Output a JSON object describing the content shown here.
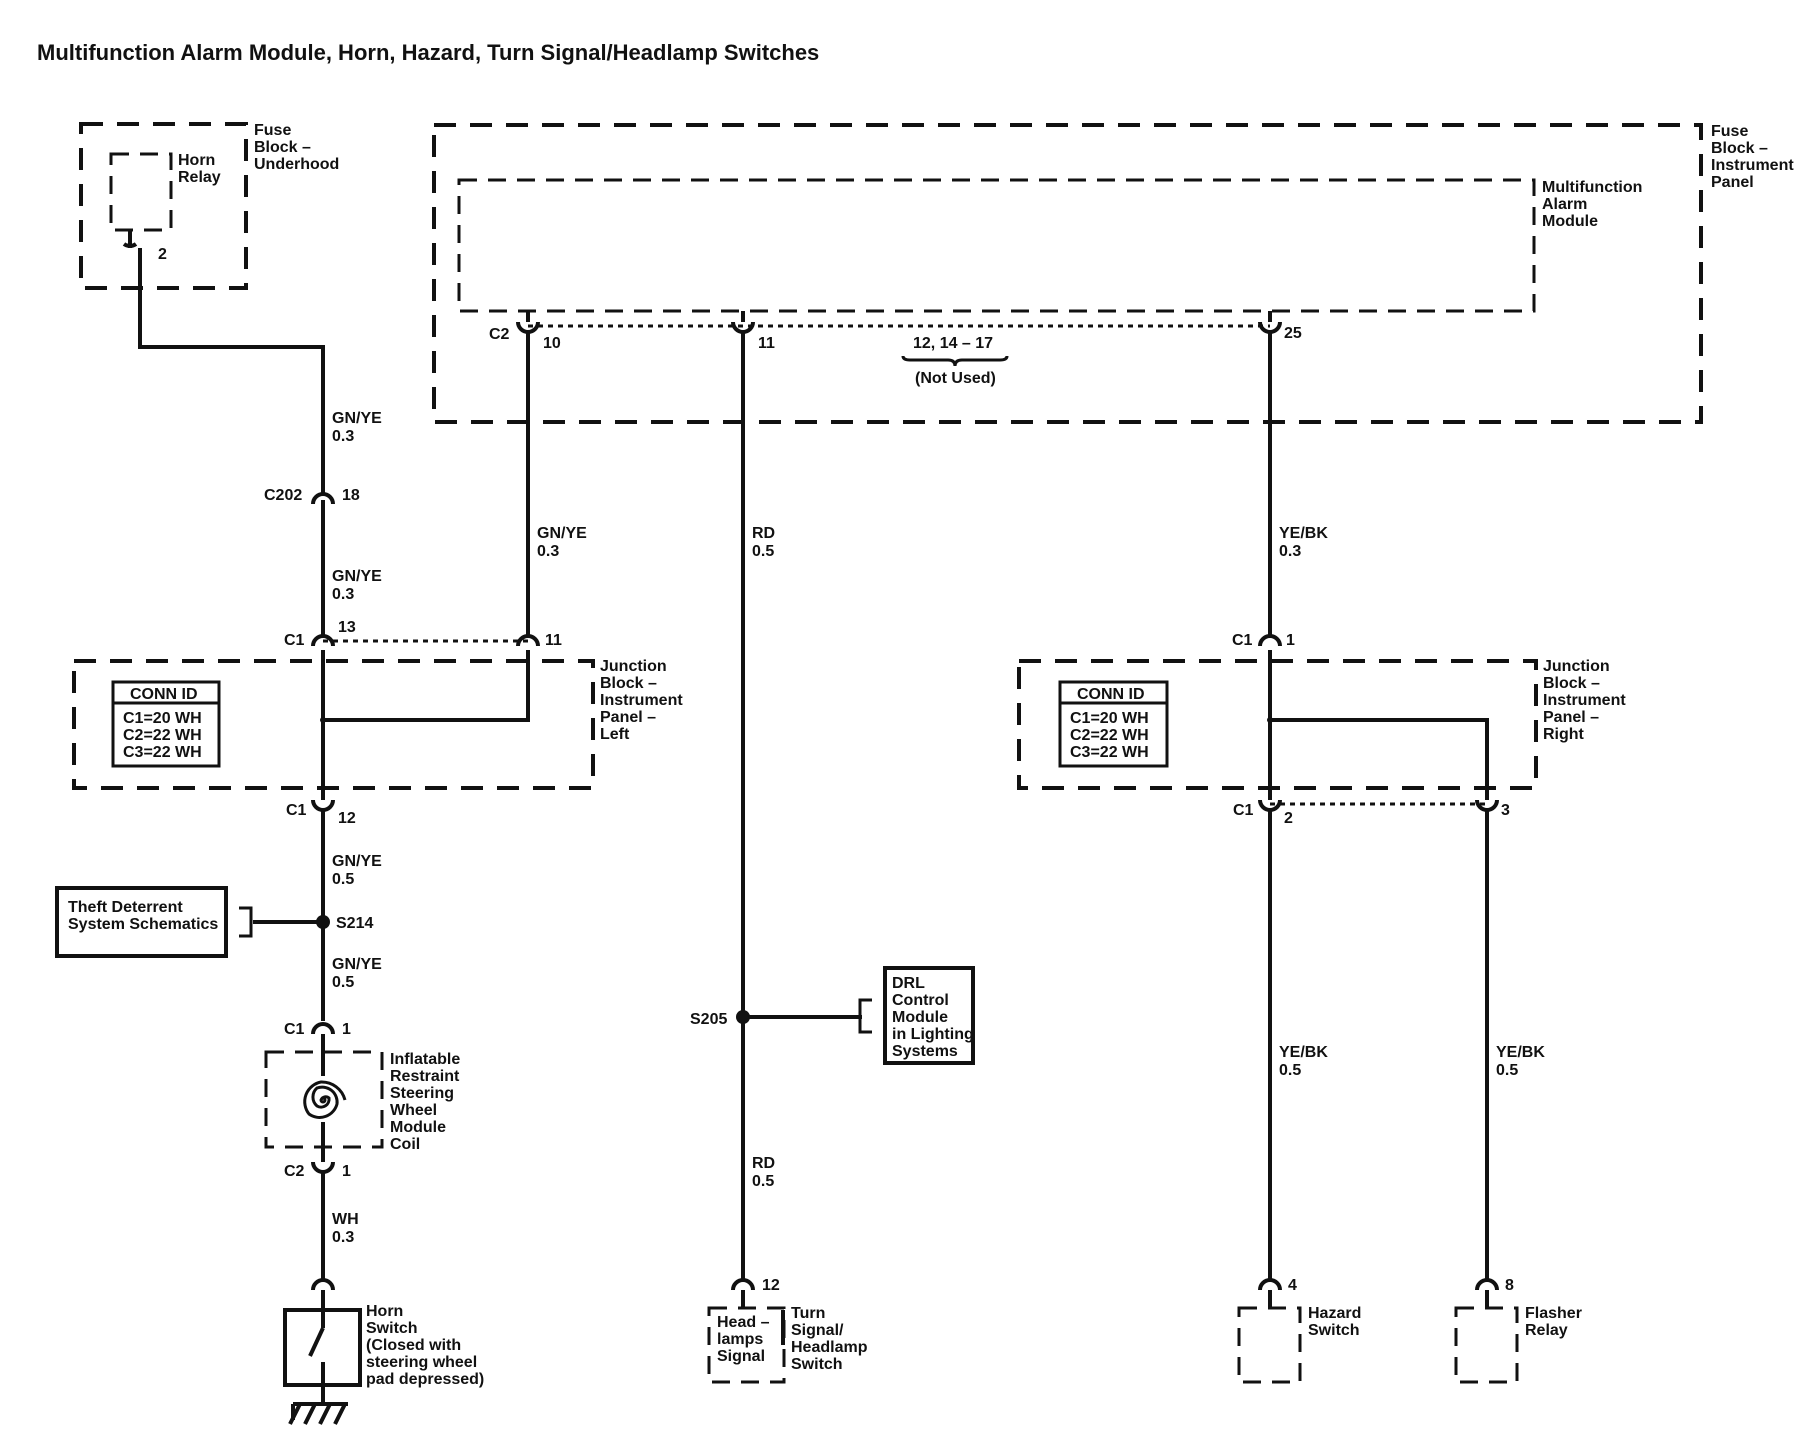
{
  "title": "Multifunction Alarm Module, Horn, Hazard, Turn Signal/Headlamp Switches",
  "components": {
    "fuse_underhood": [
      "Fuse",
      "Block –",
      "Underhood"
    ],
    "horn_relay": [
      "Horn",
      "Relay"
    ],
    "fuse_ip": [
      "Fuse",
      "Block –",
      "Instrument",
      "Panel"
    ],
    "mam": [
      "Multifunction",
      "Alarm",
      "Module"
    ],
    "jb_left": [
      "Junction",
      "Block –",
      "Instrument",
      "Panel –",
      "Left"
    ],
    "jb_right": [
      "Junction",
      "Block –",
      "Instrument",
      "Panel –",
      "Right"
    ],
    "conn_id": {
      "header": "CONN ID",
      "lines": [
        "C1=20 WH",
        "C2=22 WH",
        "C3=22 WH"
      ]
    },
    "theft": [
      "Theft Deterrent",
      "System Schematics"
    ],
    "drl": [
      "DRL",
      "Control",
      "Module",
      "in Lighting",
      "Systems"
    ],
    "coil": [
      "Inflatable",
      "Restraint",
      "Steering",
      "Wheel",
      "Module",
      "Coil"
    ],
    "horn_switch": [
      "Horn",
      "Switch",
      "(Closed with",
      "steering wheel",
      "pad depressed)"
    ],
    "headlamps_signal": [
      "Head –",
      "lamps",
      "Signal"
    ],
    "turn_switch": [
      "Turn",
      "Signal/",
      "Headlamp",
      "Switch"
    ],
    "hazard_switch": [
      "Hazard",
      "Switch"
    ],
    "flasher_relay": [
      "Flasher",
      "Relay"
    ]
  },
  "pins": {
    "horn_relay_pin": "2",
    "c2": "C2",
    "p10": "10",
    "p11": "11",
    "p25": "25",
    "not_used_pins": "12, 14 – 17",
    "not_used": "(Not Used)",
    "c202": "C202",
    "p18": "18",
    "c1": "C1",
    "p13": "13",
    "p11b": "11",
    "p12": "12",
    "p1": "1",
    "p2": "2",
    "p3": "3",
    "p4": "4",
    "p8": "8",
    "p12b": "12"
  },
  "splices": {
    "s214": "S214",
    "s205": "S205"
  },
  "wires": {
    "gnye": "GN/YE",
    "rd": "RD",
    "yebk": "YE/BK",
    "wh": "WH",
    "g03": "0.3",
    "g05": "0.5"
  }
}
